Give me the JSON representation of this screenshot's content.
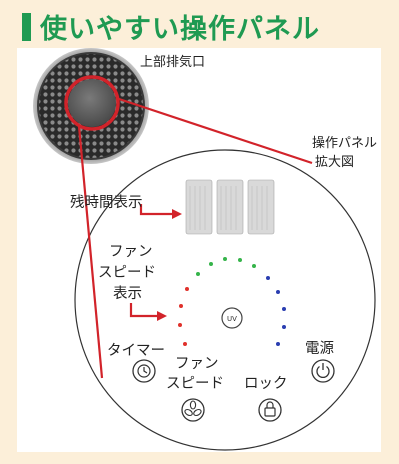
{
  "title": "使いやすい操作パネル",
  "labels": {
    "exhaust": "上部排気口",
    "panel_zoom_line1": "操作パネル",
    "panel_zoom_line2": "拡大図",
    "remaining_time": "残時間表示",
    "fan_speed_display_line1": "ファン",
    "fan_speed_display_line2": "スピード",
    "fan_speed_display_line3": "表示",
    "timer": "タイマー",
    "fan_speed_button_line1": "ファン",
    "fan_speed_button_line2": "スピード",
    "lock": "ロック",
    "power": "電源",
    "uv": "UV"
  },
  "colors": {
    "title_green": "#1f9a52",
    "callout_red": "#d2232a",
    "dot_green": "#35b44a",
    "dot_red": "#e0312b",
    "dot_blue": "#2a3eb1",
    "background": "#fcefd9"
  },
  "icons": [
    "clock-icon",
    "fan-icon",
    "lock-icon",
    "power-icon"
  ]
}
